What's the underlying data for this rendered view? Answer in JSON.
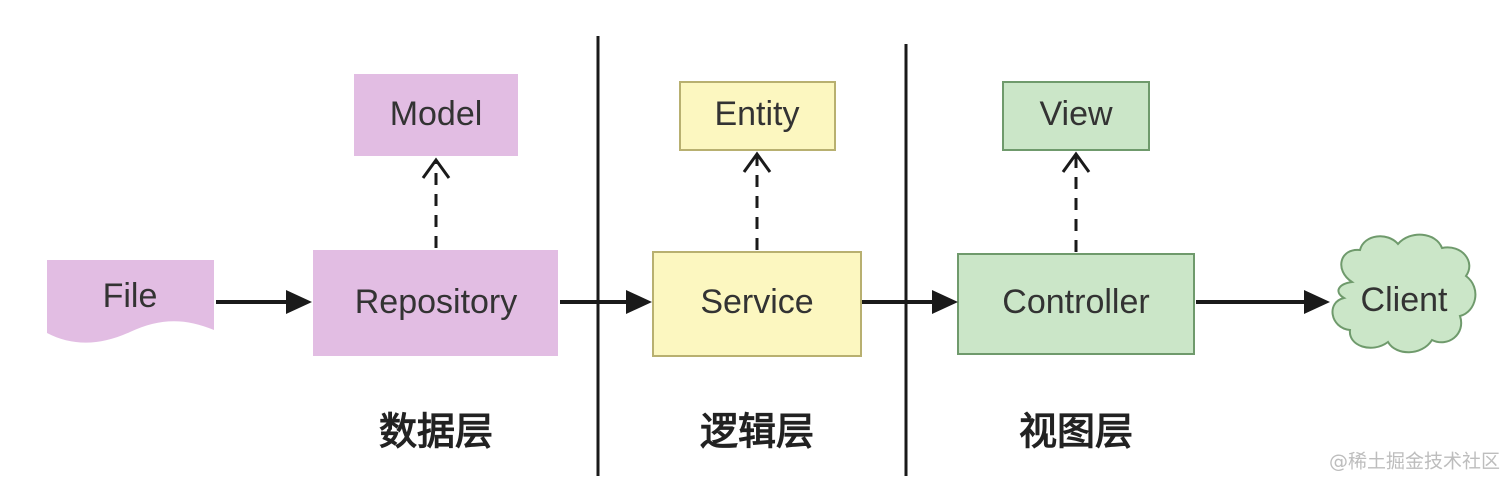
{
  "colors": {
    "data_layer": "#e2bde3",
    "logic_layer": "#fcf7c0",
    "logic_layer_border": "#b8b070",
    "view_layer": "#cbe6c8",
    "view_layer_border": "#6f9a6c",
    "line": "#1a1a1a"
  },
  "nodes": {
    "file": "File",
    "model": "Model",
    "repository": "Repository",
    "entity": "Entity",
    "service": "Service",
    "view": "View",
    "controller": "Controller",
    "client": "Client"
  },
  "layers": {
    "data": "数据层",
    "logic": "逻辑层",
    "view": "视图层"
  },
  "watermark": "@稀土掘金技术社区"
}
